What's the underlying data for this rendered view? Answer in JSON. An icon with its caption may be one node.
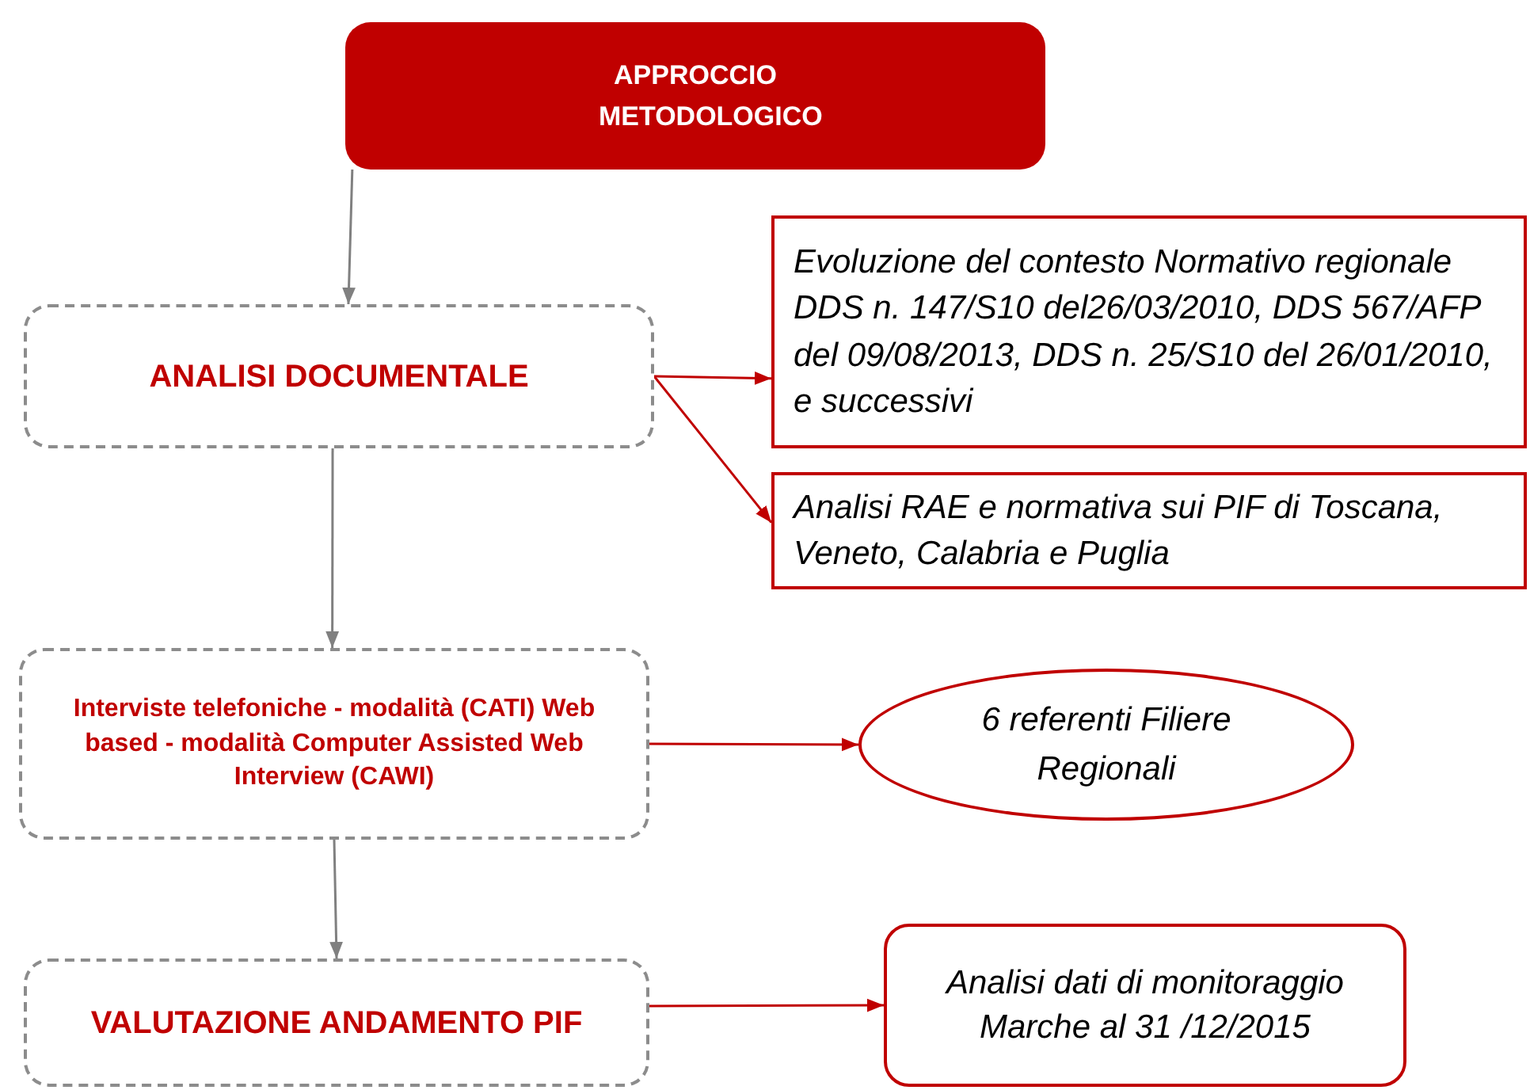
{
  "diagram": {
    "nodes": [
      {
        "text": [
          "APPROCCIO METODOLOGICO"
        ]
      },
      {
        "text": [
          "ANALISI DOCUMENTALE"
        ]
      },
      {
        "text": [
          "Evoluzione del contesto Normativo regionale DDS n. 147/S10 del26/03/2010, DDS 567/AFP del 09/08/2013, DDS n. 25/S10 del 26/01/2010, e successivi"
        ]
      },
      {
        "text": [
          "Analisi RAE e normativa sui PIF di Toscana, Veneto, Calabria e Puglia"
        ]
      },
      {
        "text": [
          "Interviste telefoniche - modalità (CATI) Web based - modalità Computer Assisted Web Interview (CAWI)"
        ]
      },
      {
        "text": [
          "6 referenti Filiere Regionali"
        ]
      },
      {
        "text": [
          "VALUTAZIONE ANDAMENTO PIF"
        ]
      },
      {
        "text": [
          "Analisi dati di monitoraggio Marche al 31 /12/2015"
        ]
      }
    ],
    "edges": [
      {
        "from": 0,
        "to": 1,
        "arrow": "to",
        "color": "#808080"
      },
      {
        "from": 1,
        "to": 2,
        "arrow": "to"
      },
      {
        "from": 1,
        "to": 3,
        "arrow": "to"
      },
      {
        "from": 1,
        "to": 4,
        "arrow": "to",
        "color": "#808080"
      },
      {
        "from": 4,
        "to": 5,
        "arrow": "to"
      },
      {
        "from": 4,
        "to": 6,
        "arrow": "to",
        "color": "#808080"
      },
      {
        "from": 6,
        "to": 7,
        "arrow": "to"
      }
    ]
  }
}
